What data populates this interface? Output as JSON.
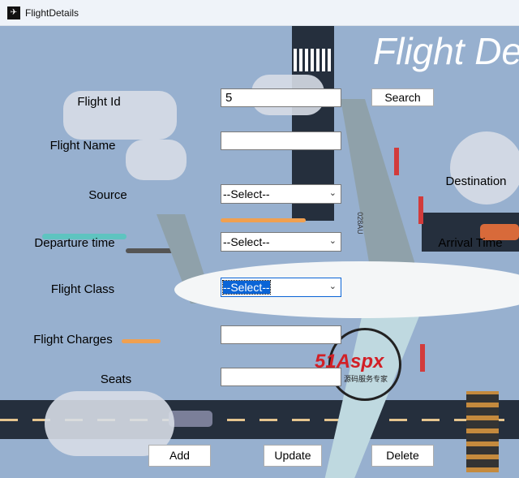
{
  "window": {
    "title": "FlightDetails"
  },
  "header": {
    "title": "Flight De"
  },
  "form": {
    "flight_id": {
      "label": "Flight Id",
      "value": "5"
    },
    "flight_name": {
      "label": "Flight Name",
      "value": ""
    },
    "source": {
      "label": "Source",
      "value": "--Select--"
    },
    "destination": {
      "label": "Destination"
    },
    "departure_time": {
      "label": "Departure time",
      "value": "--Select--"
    },
    "arrival_time": {
      "label": "Arrival Time"
    },
    "flight_class": {
      "label": "Flight Class",
      "value": "--Select--"
    },
    "flight_charges": {
      "label": "Flight Charges",
      "value": ""
    },
    "seats": {
      "label": "Seats",
      "value": ""
    }
  },
  "buttons": {
    "search": "Search",
    "add": "Add",
    "update": "Update",
    "delete": "Delete"
  },
  "watermark": {
    "brand": "51Aspx",
    "tagline": "源码服务专家"
  },
  "plane": {
    "registration": "028AU"
  }
}
